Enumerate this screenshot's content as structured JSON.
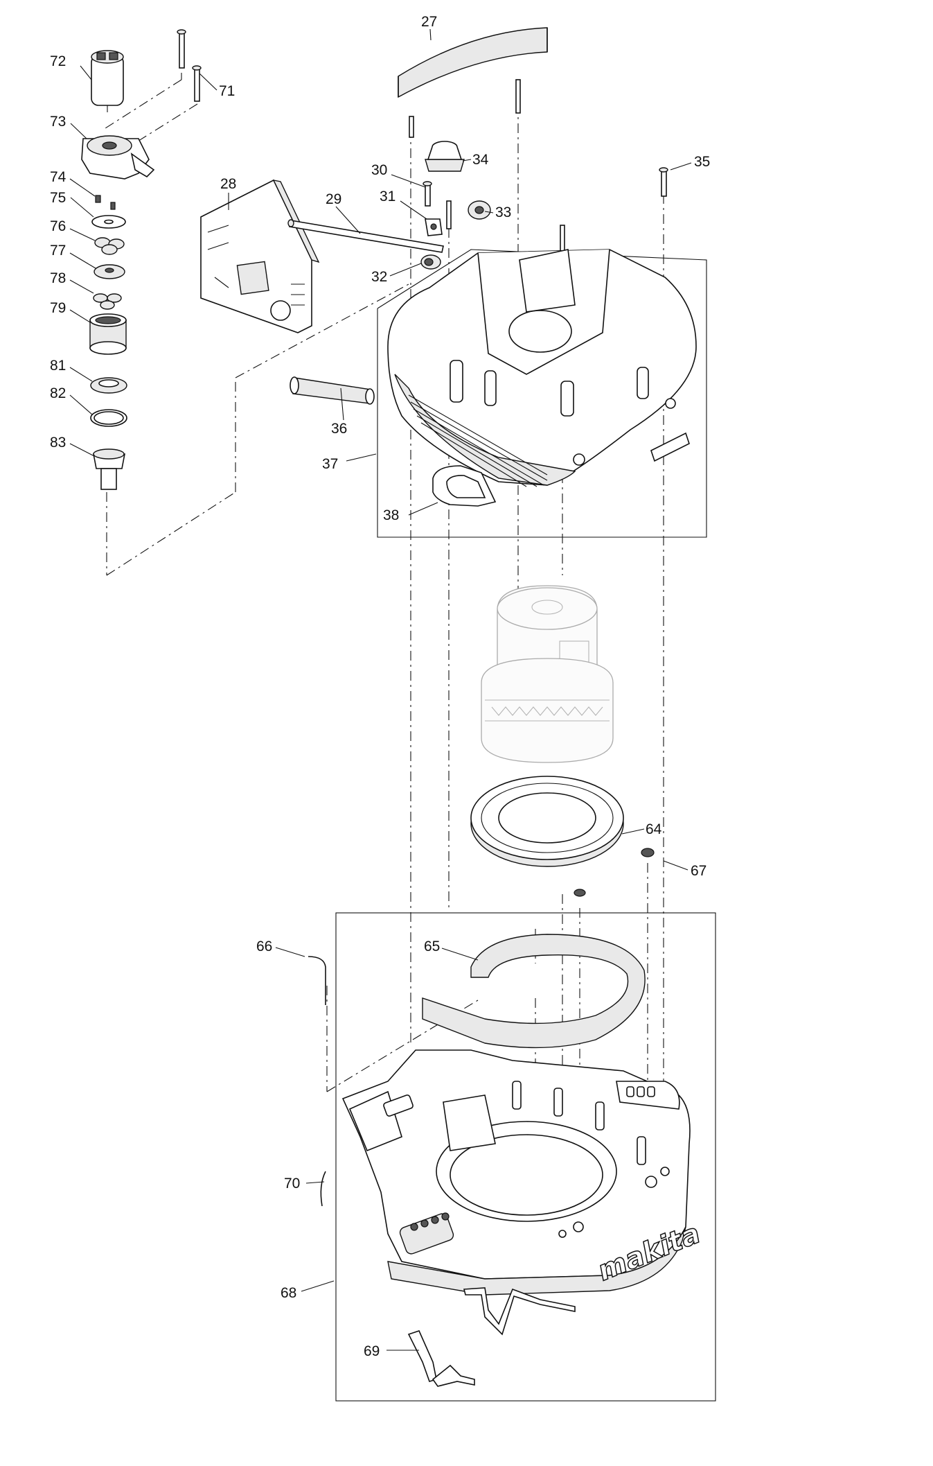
{
  "diagram": {
    "brand_logo": "makita",
    "callouts": [
      {
        "id": "c27",
        "number": "27"
      },
      {
        "id": "c28",
        "number": "28"
      },
      {
        "id": "c29",
        "number": "29"
      },
      {
        "id": "c30",
        "number": "30"
      },
      {
        "id": "c31",
        "number": "31"
      },
      {
        "id": "c32",
        "number": "32"
      },
      {
        "id": "c33",
        "number": "33"
      },
      {
        "id": "c34",
        "number": "34"
      },
      {
        "id": "c35",
        "number": "35"
      },
      {
        "id": "c36",
        "number": "36"
      },
      {
        "id": "c37",
        "number": "37"
      },
      {
        "id": "c38",
        "number": "38"
      },
      {
        "id": "c64",
        "number": "64"
      },
      {
        "id": "c65",
        "number": "65"
      },
      {
        "id": "c66",
        "number": "66"
      },
      {
        "id": "c67",
        "number": "67"
      },
      {
        "id": "c68",
        "number": "68"
      },
      {
        "id": "c69",
        "number": "69"
      },
      {
        "id": "c70",
        "number": "70"
      },
      {
        "id": "c71",
        "number": "71"
      },
      {
        "id": "c72",
        "number": "72"
      },
      {
        "id": "c73",
        "number": "73"
      },
      {
        "id": "c74",
        "number": "74"
      },
      {
        "id": "c75",
        "number": "75"
      },
      {
        "id": "c76",
        "number": "76"
      },
      {
        "id": "c77",
        "number": "77"
      },
      {
        "id": "c78",
        "number": "78"
      },
      {
        "id": "c79",
        "number": "79"
      },
      {
        "id": "c81",
        "number": "81"
      },
      {
        "id": "c82",
        "number": "82"
      },
      {
        "id": "c83",
        "number": "83"
      }
    ]
  }
}
